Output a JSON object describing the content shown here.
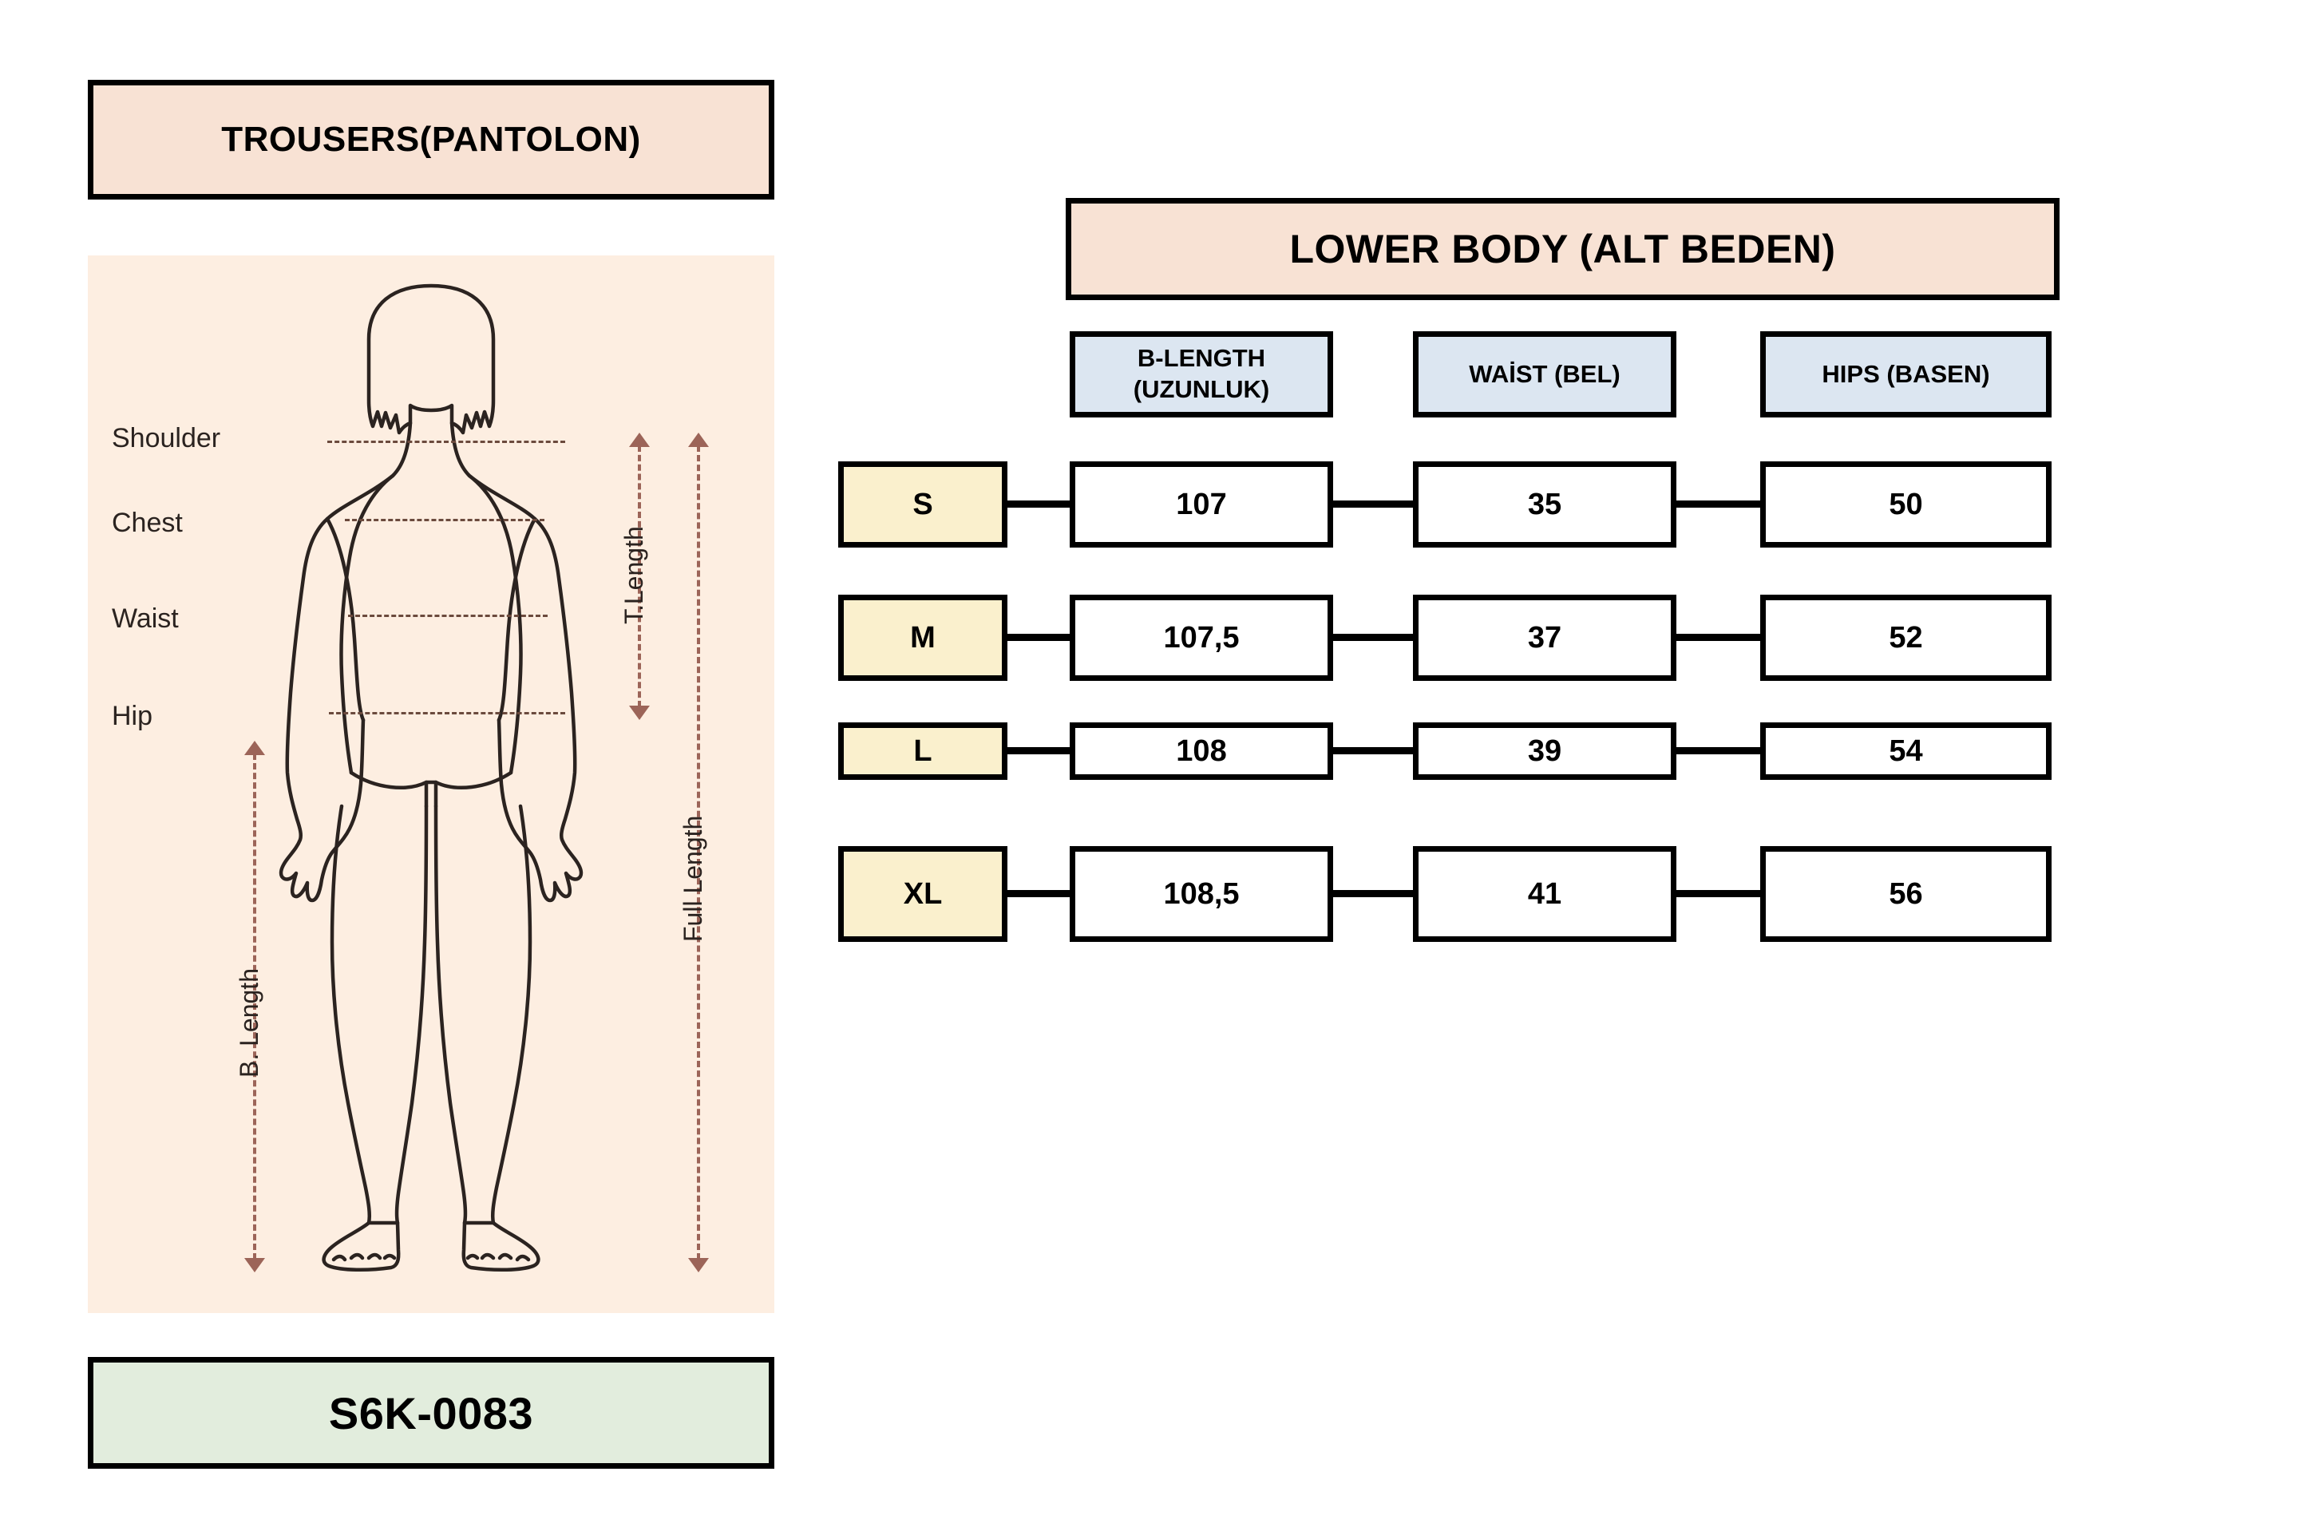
{
  "left_panel": {
    "title": "TROUSERS(PANTOLON)",
    "product_code": "S6K-0083",
    "figure": {
      "horizontal_labels": [
        "Shoulder",
        "Chest",
        "Waist",
        "Hip"
      ],
      "vertical_labels": {
        "t_length": "T.Length",
        "full_length": "Full Length",
        "b_length": "B. Length"
      }
    }
  },
  "table": {
    "banner": "LOWER BODY (ALT BEDEN)",
    "columns": [
      {
        "line1": "B-LENGTH",
        "line2": "(UZUNLUK)"
      },
      {
        "line1": "WAİST   (BEL)",
        "line2": ""
      },
      {
        "line1": "HIPS (BASEN)",
        "line2": ""
      }
    ],
    "rows": [
      {
        "size": "S",
        "b_length": "107",
        "waist": "35",
        "hips": "50"
      },
      {
        "size": "M",
        "b_length": "107,5",
        "waist": "37",
        "hips": "52"
      },
      {
        "size": "L",
        "b_length": "108",
        "waist": "39",
        "hips": "54"
      },
      {
        "size": "XL",
        "b_length": "108,5",
        "waist": "41",
        "hips": "56"
      }
    ]
  },
  "chart_data": {
    "type": "table",
    "title": "LOWER BODY (ALT BEDEN)",
    "categories": [
      "S",
      "M",
      "L",
      "XL"
    ],
    "series": [
      {
        "name": "B-LENGTH (UZUNLUK)",
        "values": [
          107,
          107.5,
          108,
          108.5
        ]
      },
      {
        "name": "WAİST (BEL)",
        "values": [
          35,
          37,
          39,
          41
        ]
      },
      {
        "name": "HIPS (BASEN)",
        "values": [
          50,
          52,
          54,
          56
        ]
      }
    ]
  },
  "colors": {
    "banner_peach": "#F8E2D4",
    "panel_peach": "#FDEEE1",
    "code_green": "#E2EDDD",
    "header_blue": "#DCE6F1",
    "size_cream": "#FAF0CD",
    "line_brown": "#9c6458",
    "outline": "#000000"
  }
}
